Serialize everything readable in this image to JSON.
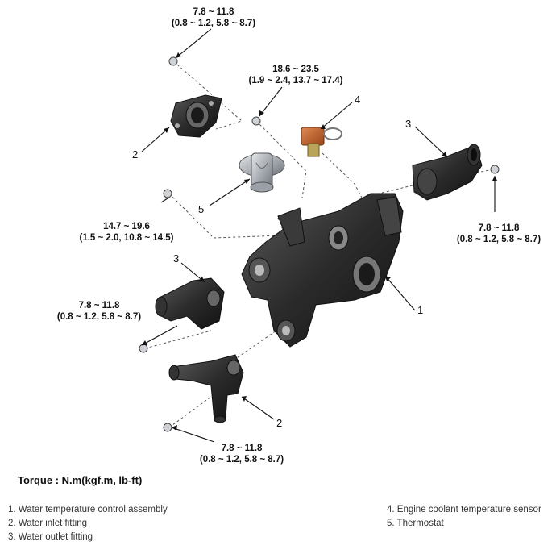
{
  "torque_labels": {
    "t1": {
      "line1": "7.8 ~ 11.8",
      "line2": "(0.8 ~ 1.2, 5.8 ~ 8.7)"
    },
    "t2": {
      "line1": "18.6 ~ 23.5",
      "line2": "(1.9 ~ 2.4, 13.7 ~ 17.4)"
    },
    "t3": {
      "line1": "14.7 ~ 19.6",
      "line2": "(1.5 ~ 2.0, 10.8 ~ 14.5)"
    },
    "t4": {
      "line1": "7.8 ~ 11.8",
      "line2": "(0.8 ~ 1.2, 5.8 ~ 8.7)"
    },
    "t5": {
      "line1": "7.8 ~ 11.8",
      "line2": "(0.8 ~ 1.2, 5.8 ~ 8.7)"
    },
    "t6": {
      "line1": "7.8 ~ 11.8",
      "line2": "(0.8 ~ 1.2, 5.8 ~ 8.7)"
    }
  },
  "part_numbers": {
    "upper_inlet": "2",
    "thermostat": "5",
    "sensor": "4",
    "right_outlet": "3",
    "left_outlet": "3",
    "assembly": "1",
    "lower_inlet": "2"
  },
  "torque_note": "Torque : N.m(kgf.m, lb-ft)",
  "legend": [
    "1. Water temperature control assembly",
    "2. Water inlet fitting",
    "3. Water outlet fitting",
    "4. Engine coolant temperature sensor",
    "5. Thermostat"
  ],
  "colors": {
    "part_dark": "#2a2a2a",
    "sensor_orange": "#c8632e",
    "thermostat_metal": "#b9bec4"
  }
}
